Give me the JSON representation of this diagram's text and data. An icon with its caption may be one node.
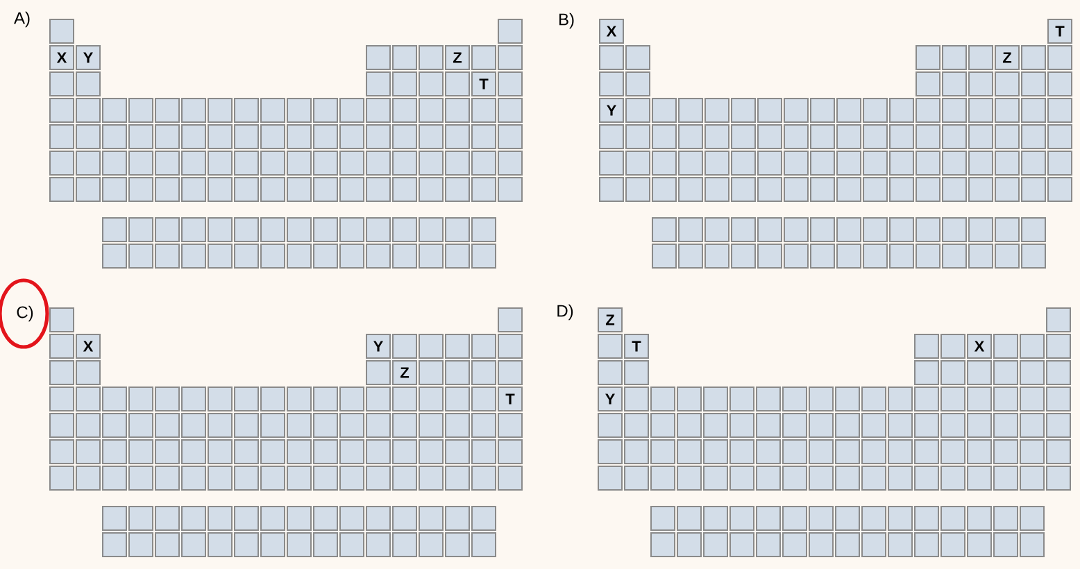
{
  "diagram": {
    "nodes": [
      {
        "text": [
          "X"
        ]
      },
      {
        "text": [
          "Y"
        ]
      },
      {
        "text": [
          "Z"
        ]
      },
      {
        "text": [
          "T"
        ]
      },
      {
        "text": [
          "X"
        ]
      },
      {
        "text": [
          "T"
        ]
      },
      {
        "text": [
          "Z"
        ]
      },
      {
        "text": [
          "Y"
        ]
      },
      {
        "text": [
          "X"
        ]
      },
      {
        "text": [
          "Y"
        ]
      },
      {
        "text": [
          "Z"
        ]
      },
      {
        "text": [
          "T"
        ]
      },
      {
        "text": [
          "Z"
        ]
      },
      {
        "text": [
          "T"
        ]
      },
      {
        "text": [
          "X"
        ]
      },
      {
        "text": [
          "Y"
        ]
      }
    ],
    "labels": [
      "A)",
      "B)",
      "C)",
      "D)"
    ]
  }
}
